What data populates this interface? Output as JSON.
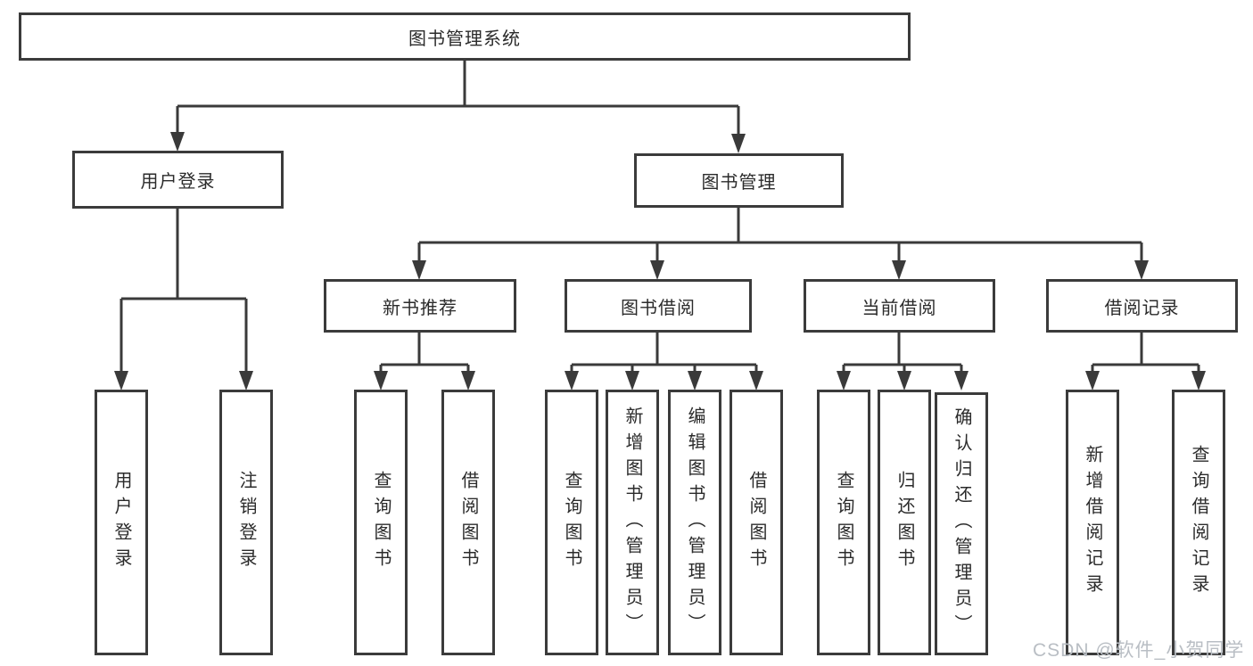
{
  "diagram": {
    "title": "图书管理系统",
    "branches": {
      "user_login": "用户登录",
      "book_management": "图书管理"
    },
    "modules": {
      "new_book_recommend": "新书推荐",
      "book_borrow": "图书借阅",
      "current_borrow": "当前借阅",
      "borrow_records": "借阅记录"
    },
    "leaves": {
      "user_login": "用户登录",
      "logout": "注销登录",
      "query_book_1": "查询图书",
      "borrow_book_1": "借阅图书",
      "query_book_2": "查询图书",
      "add_book_admin": "新增图书（管理员）",
      "edit_book_admin": "编辑图书（管理员）",
      "borrow_book_2": "借阅图书",
      "query_book_3": "查询图书",
      "return_book": "归还图书",
      "confirm_return_admin": "确认归还（管理员）",
      "add_borrow_record": "新增借阅记录",
      "query_borrow_record": "查询借阅记录"
    }
  },
  "watermark": "CSDN @软件_小贺同学",
  "colors": {
    "line": "#3a3a3a",
    "box_border": "#3b3b3b",
    "text": "#2b2b2b",
    "watermark": "#b9bec4",
    "background": "#ffffff"
  }
}
